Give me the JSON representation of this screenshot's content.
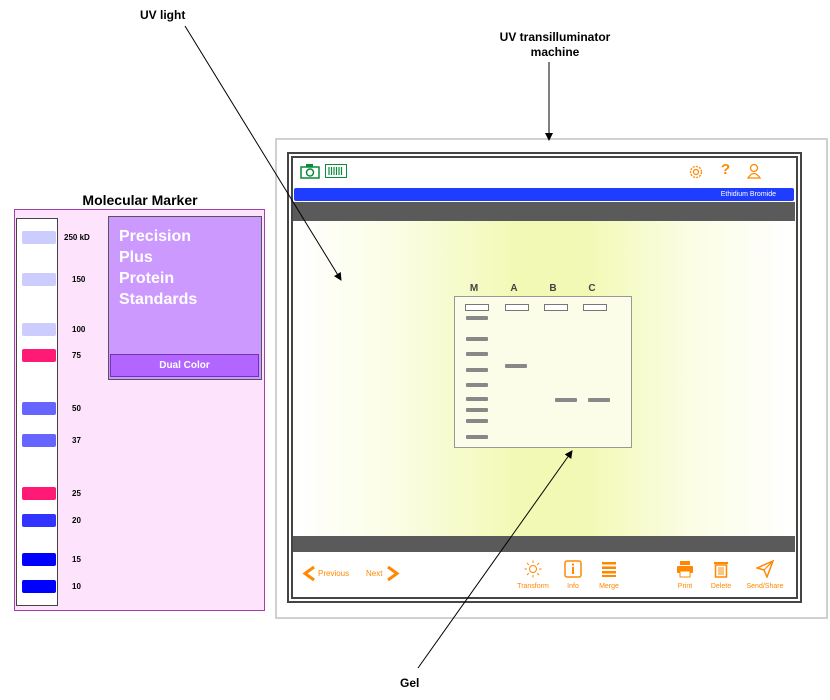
{
  "callouts": {
    "uv_light": "UV light",
    "machine": "UV transilluminator\nmachine",
    "gel": "Gel"
  },
  "marker": {
    "title": "Molecular Marker",
    "standard_name": "Precision\nPlus\nProtein\nStandards",
    "variant": "Dual Color",
    "bands": [
      {
        "label": "250 kD",
        "color": "#ccccff"
      },
      {
        "label": "150",
        "color": "#ccccff"
      },
      {
        "label": "100",
        "color": "#ccccff"
      },
      {
        "label": "75",
        "color": "#ff1a75"
      },
      {
        "label": "50",
        "color": "#6666ff"
      },
      {
        "label": "37",
        "color": "#6666ff"
      },
      {
        "label": "25",
        "color": "#ff1a75"
      },
      {
        "label": "20",
        "color": "#3333ff"
      },
      {
        "label": "15",
        "color": "#0000ff"
      },
      {
        "label": "10",
        "color": "#0000ff"
      }
    ]
  },
  "machine": {
    "stain_label": "Ethidium Bromide",
    "top_icons": [
      "camera-icon",
      "barcode-icon",
      "gear-icon",
      "help-icon",
      "user-icon"
    ],
    "nav": {
      "previous": "Previous",
      "next": "Next"
    },
    "actions": [
      {
        "label": "Transform",
        "icon": "sun-icon"
      },
      {
        "label": "Info",
        "icon": "info-icon"
      },
      {
        "label": "Merge",
        "icon": "layers-icon"
      },
      {
        "label": "Print",
        "icon": "printer-icon"
      },
      {
        "label": "Delete",
        "icon": "trash-icon"
      },
      {
        "label": "Send/Share",
        "icon": "send-icon"
      }
    ],
    "accent_color": "#ff8800"
  },
  "gel": {
    "lanes": [
      "M",
      "A",
      "B",
      "C"
    ]
  }
}
